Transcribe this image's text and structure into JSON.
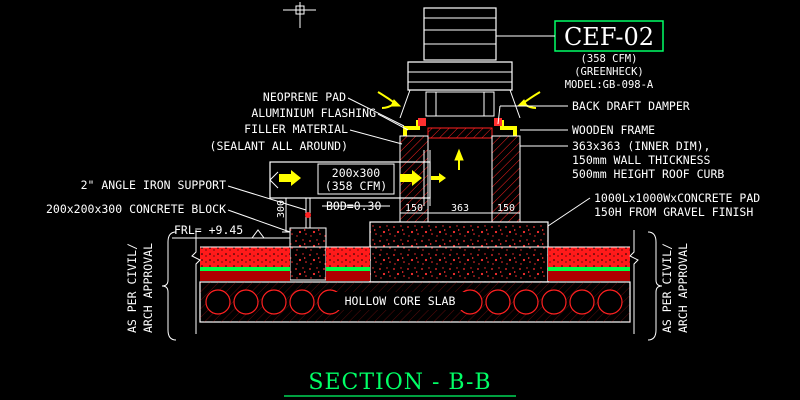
{
  "tag": {
    "label": "CEF-02",
    "cfm": "(358 CFM)",
    "maker": "(GREENHECK)",
    "model": "MODEL:GB-098-A"
  },
  "left_labels": {
    "neoprene": "NEOPRENE PAD",
    "flashing": "ALUMINIUM FLASHING",
    "filler": "FILLER MATERIAL",
    "sealant": "(SEALANT ALL AROUND)",
    "angle_iron": "2\" ANGLE IRON SUPPORT",
    "concrete_block": "200x200x300 CONCRETE BLOCK"
  },
  "right_labels": {
    "damper": "BACK DRAFT DAMPER",
    "frame": "WOODEN FRAME",
    "curb_1": "363x363 (INNER DIM),",
    "curb_2": "150mm WALL THICKNESS",
    "curb_3": "500mm HEIGHT ROOF CURB",
    "pad_1": "1000Lx1000WxCONCRETE PAD",
    "pad_2": "150H FROM GRAVEL FINISH"
  },
  "duct": {
    "size": "200x300",
    "cfm": "(358 CFM)",
    "bod": "BOD=0.30"
  },
  "dims": {
    "d300": "300",
    "d150a": "150",
    "d363": "363",
    "d150b": "150"
  },
  "frl": "FRL= +9.45",
  "slab": "HOLLOW CORE SLAB",
  "side_note_1": "AS PER CIVIL/",
  "side_note_2": "ARCH APPROVAL",
  "title": "SECTION - B-B"
}
